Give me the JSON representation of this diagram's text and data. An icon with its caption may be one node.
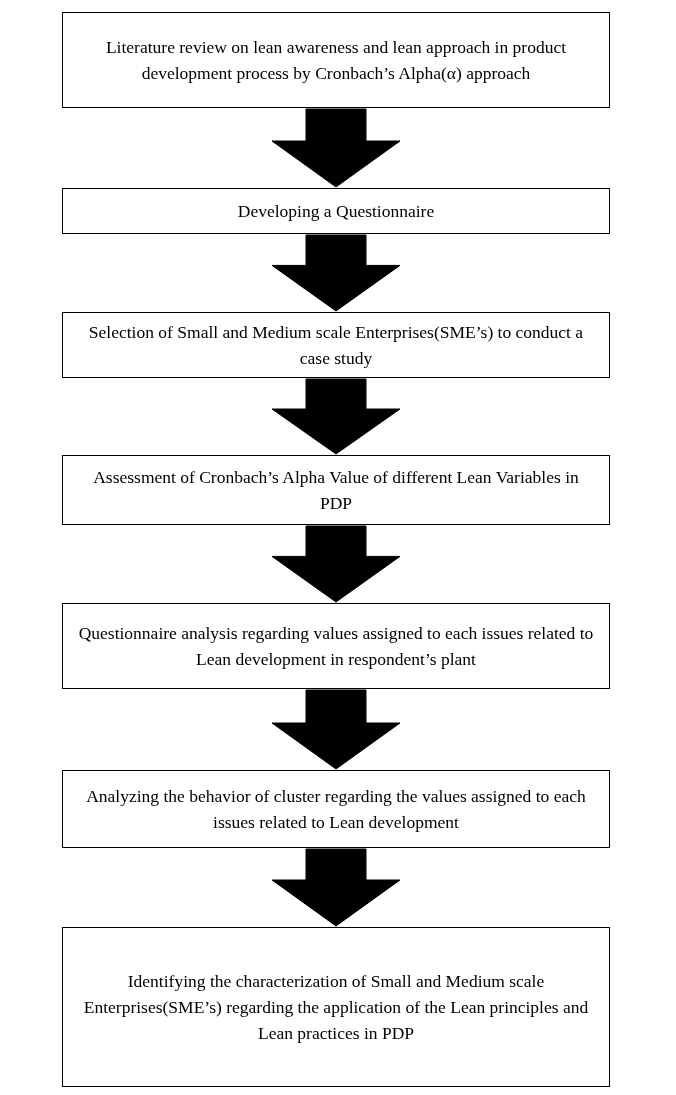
{
  "diagram": {
    "nodes": [
      {
        "text": [
          "Literature review on lean awareness and lean approach in product development process by Cronbach’s Alpha(α) approach"
        ]
      },
      {
        "text": [
          "Developing a Questionnaire"
        ]
      },
      {
        "text": [
          "Selection of Small and Medium scale Enterprises(SME’s) to conduct a case study"
        ]
      },
      {
        "text": [
          "Assessment of Cronbach’s Alpha Value of different Lean Variables in PDP"
        ]
      },
      {
        "text": [
          "Questionnaire analysis regarding values assigned to each issues related to Lean development in respondent’s plant"
        ]
      },
      {
        "text": [
          "Analyzing the behavior of cluster regarding the values assigned to each issues related to Lean development"
        ]
      },
      {
        "text": [
          "Identifying the characterization of Small and Medium scale Enterprises(SME’s) regarding the application of the Lean principles and Lean practices in PDP"
        ]
      }
    ],
    "edges": [
      {
        "from": 0,
        "to": 1,
        "arrow": "to"
      },
      {
        "from": 1,
        "to": 2,
        "arrow": "to"
      },
      {
        "from": 2,
        "to": 3,
        "arrow": "to"
      },
      {
        "from": 3,
        "to": 4,
        "arrow": "to"
      },
      {
        "from": 4,
        "to": 5,
        "arrow": "to"
      },
      {
        "from": 5,
        "to": 6,
        "arrow": "to"
      }
    ]
  }
}
